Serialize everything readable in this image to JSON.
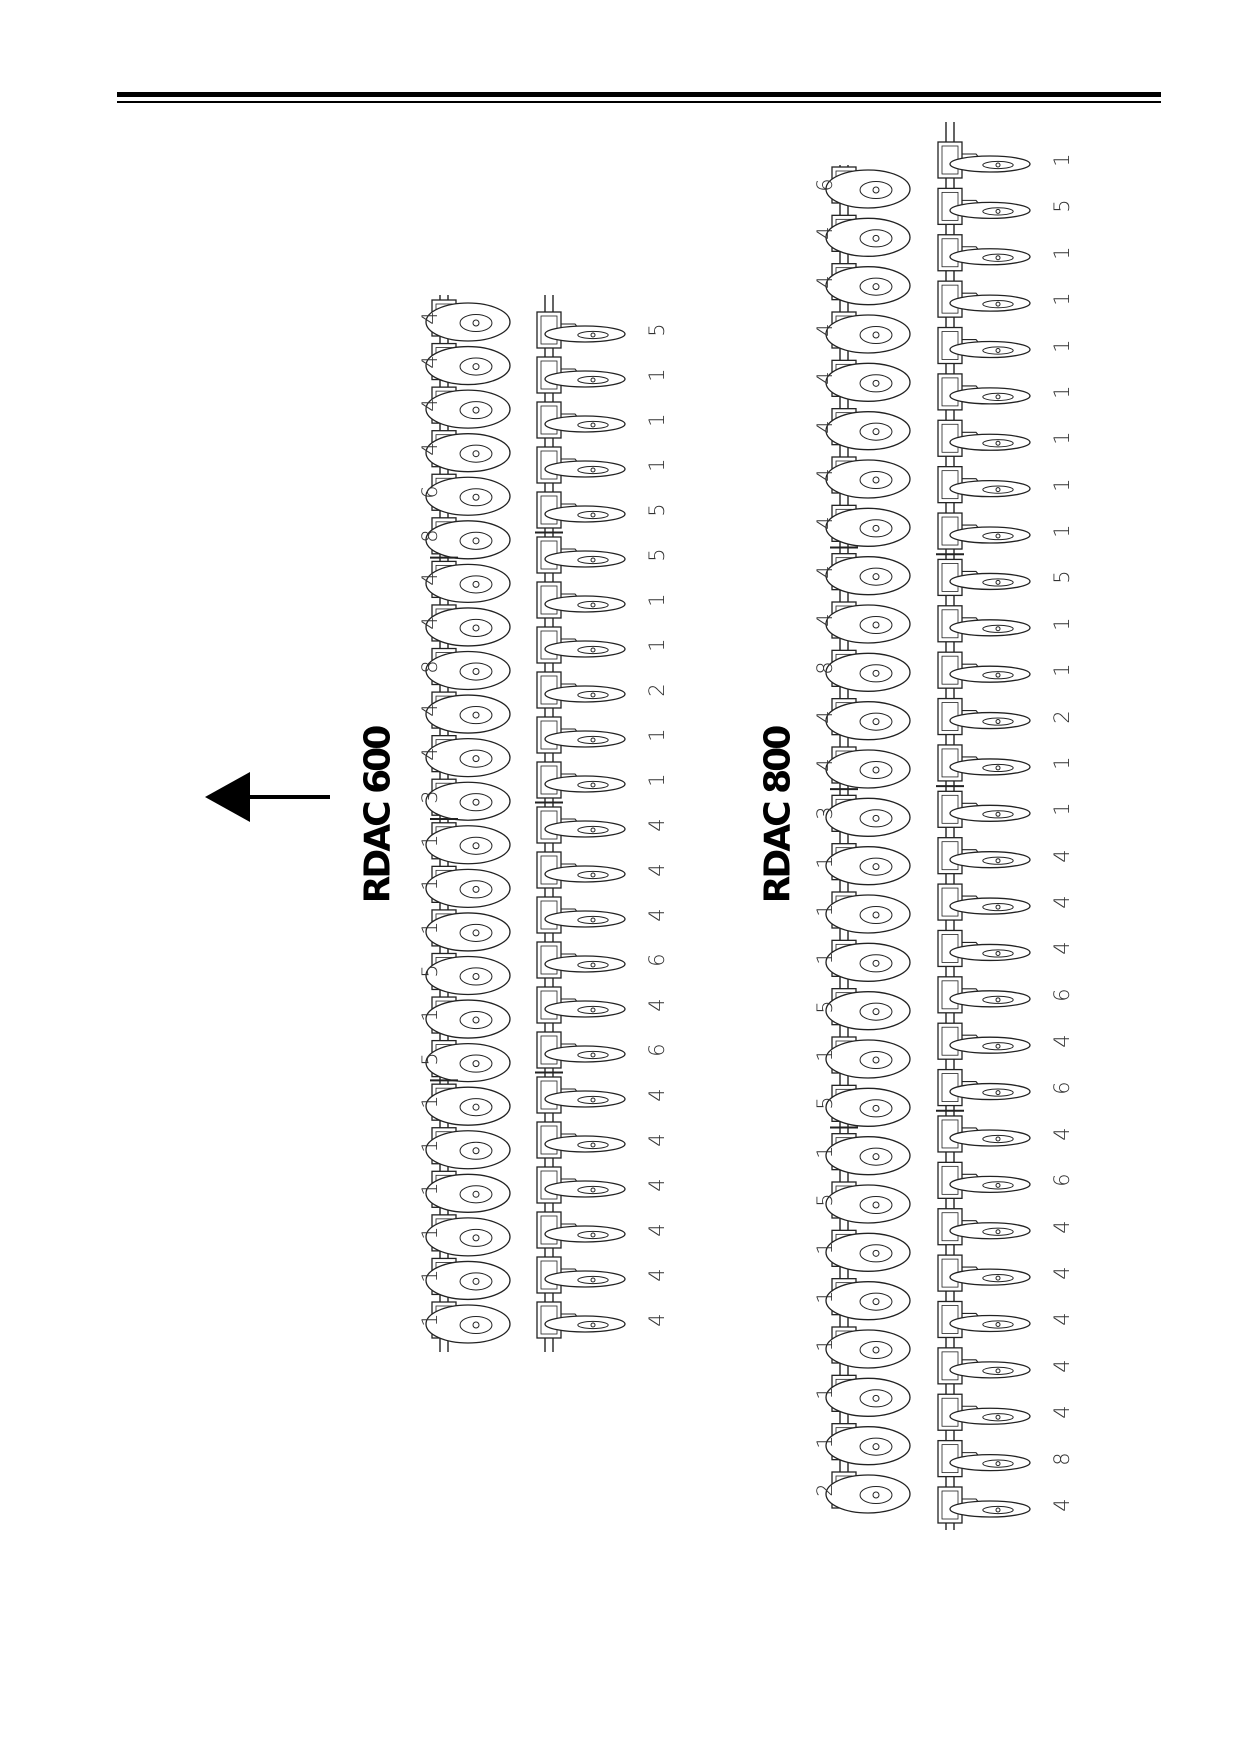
{
  "figure": {
    "machines": [
      {
        "model": "RDAC 600",
        "front_row_labels": [
          "4",
          "4",
          "4",
          "4",
          "6",
          "8",
          "4",
          "4",
          "8",
          "4",
          "4",
          "3",
          "1",
          "1",
          "1",
          "5",
          "1",
          "5",
          "1",
          "1",
          "1",
          "1",
          "1",
          "1"
        ],
        "rear_row_labels": [
          "5",
          "1",
          "1",
          "1",
          "5",
          "5",
          "1",
          "1",
          "2",
          "1",
          "1",
          "4",
          "4",
          "4",
          "6",
          "4",
          "6",
          "4",
          "4",
          "4",
          "4",
          "4",
          "4"
        ]
      },
      {
        "model": "RDAC 800",
        "front_row_labels": [
          "6",
          "4",
          "4",
          "4",
          "4",
          "4",
          "4",
          "4",
          "4",
          "4",
          "8",
          "4",
          "4",
          "3",
          "1",
          "1",
          "1",
          "5",
          "1",
          "5",
          "1",
          "5",
          "1",
          "1",
          "1",
          "1",
          "1",
          "2"
        ],
        "rear_row_labels": [
          "1",
          "5",
          "1",
          "1",
          "1",
          "1",
          "1",
          "1",
          "1",
          "5",
          "1",
          "1",
          "2",
          "1",
          "1",
          "4",
          "4",
          "4",
          "6",
          "4",
          "6",
          "4",
          "6",
          "4",
          "4",
          "4",
          "4",
          "4",
          "8",
          "4"
        ]
      }
    ],
    "direction_arrow": "arrow-left-icon",
    "line_color": "#222222"
  }
}
